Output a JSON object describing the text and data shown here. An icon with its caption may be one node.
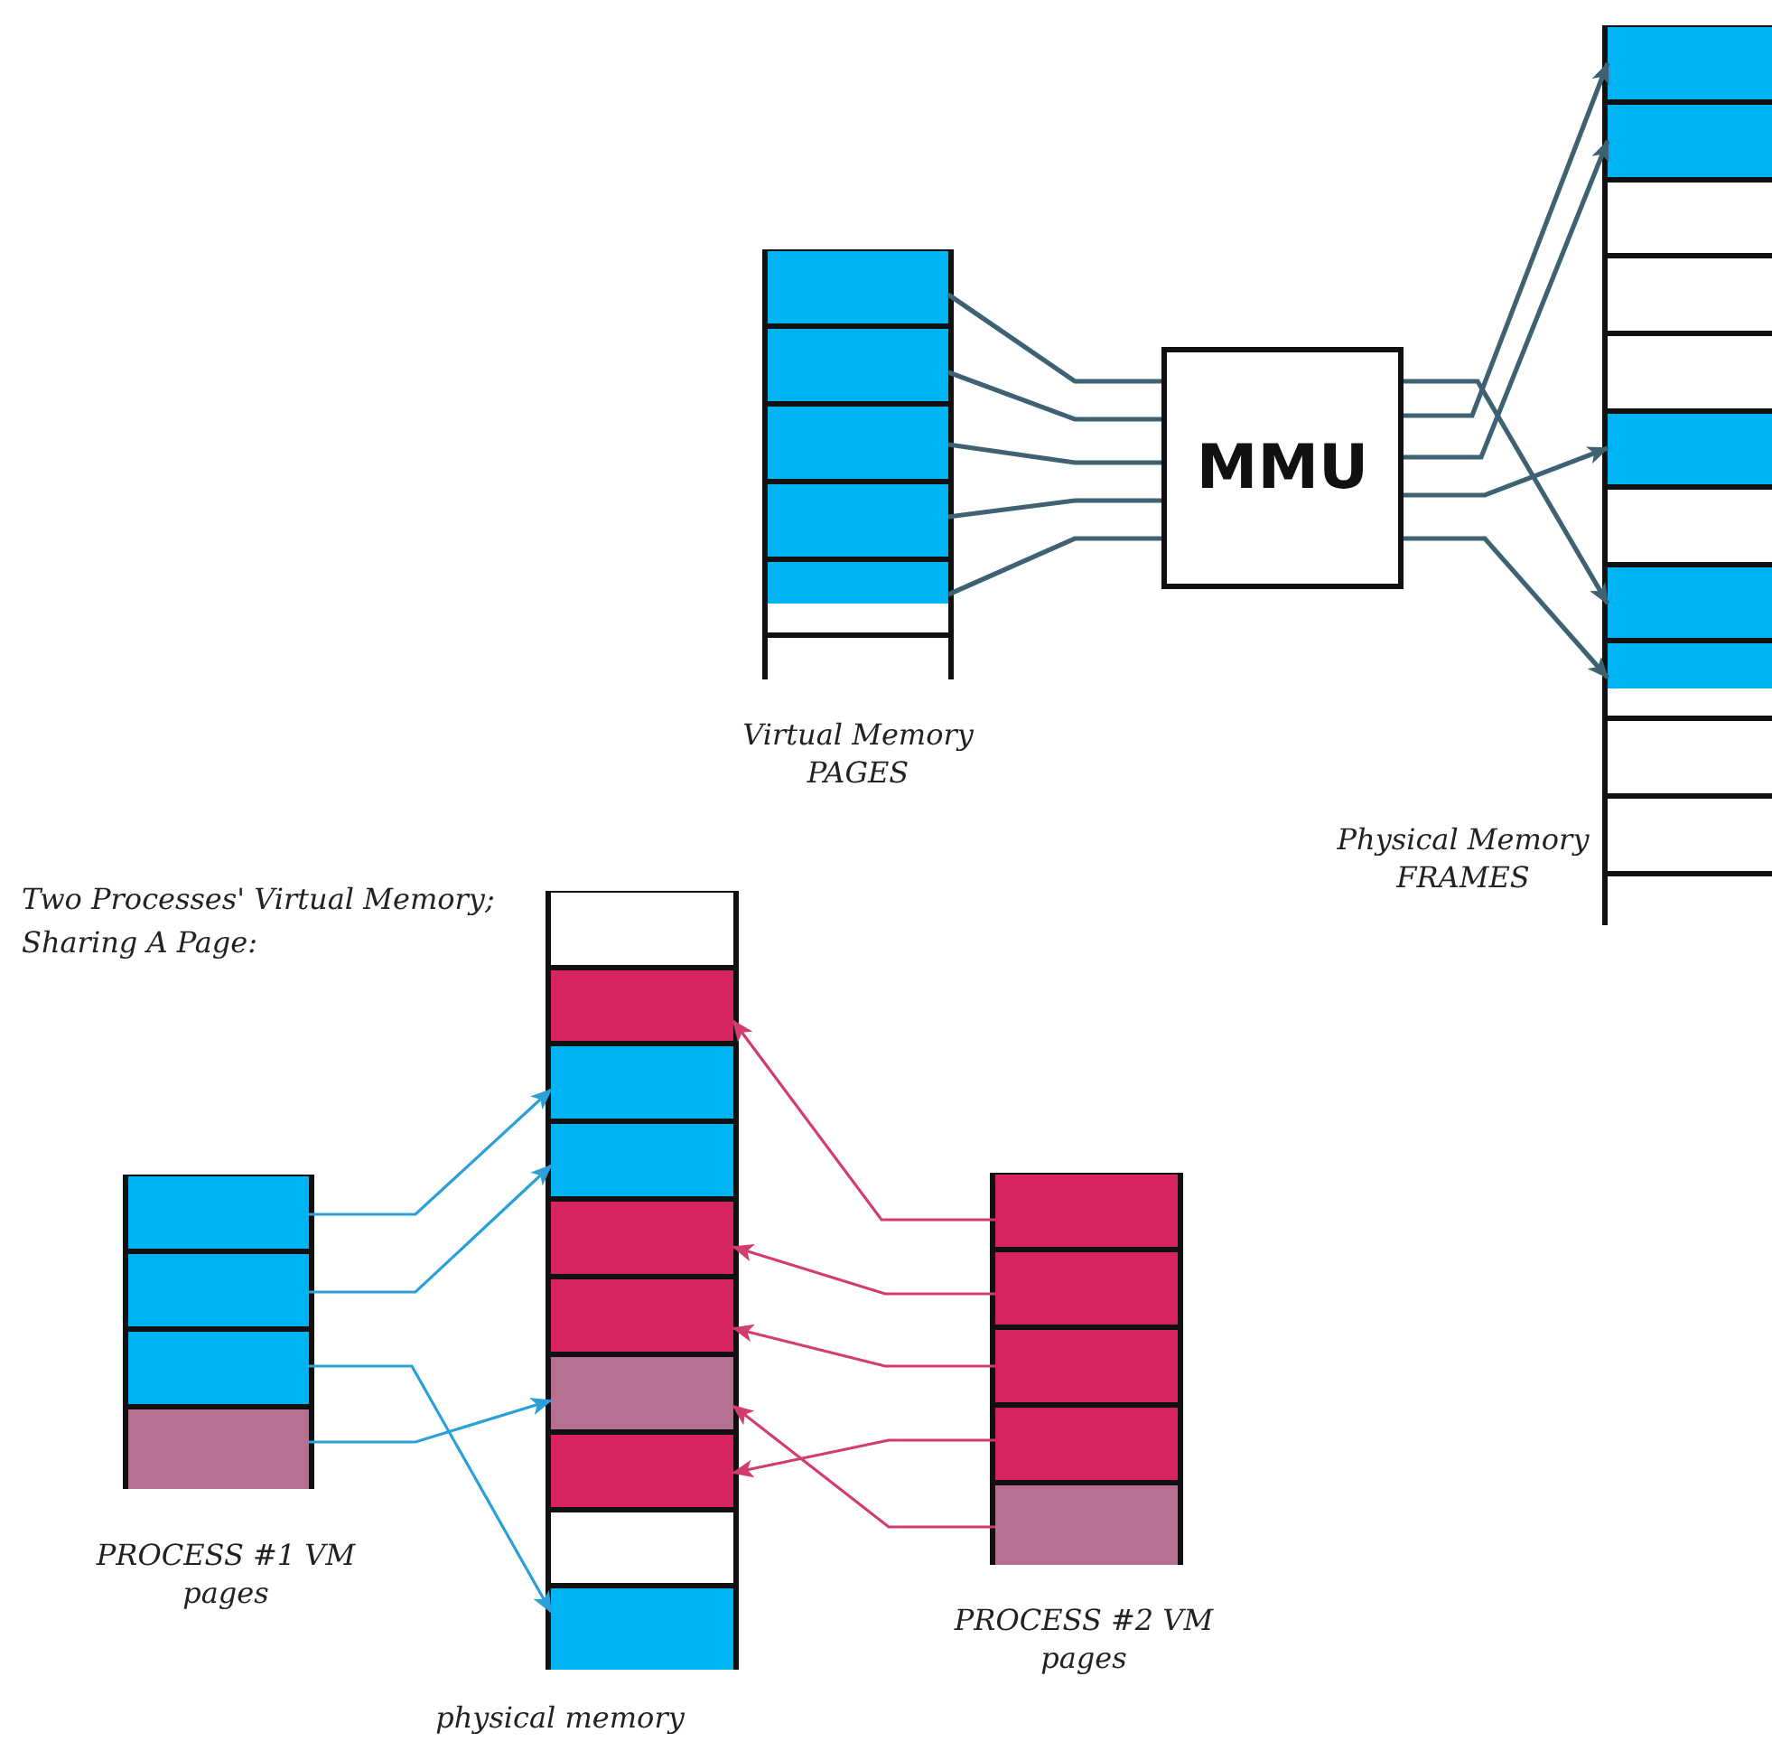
{
  "diagram": {
    "title": "Two Processes' Virtual Memory; Sharing A Page:",
    "nodes": [
      {
        "text": [
          "Virtual Memory PAGES"
        ]
      },
      {
        "text": [],
        "shape": "box",
        "in": 0
      },
      {
        "text": [],
        "shape": "box",
        "in": 0
      },
      {
        "text": [],
        "shape": "box",
        "in": 0
      },
      {
        "text": [],
        "shape": "box",
        "in": 0
      },
      {
        "text": [],
        "shape": "box",
        "in": 0
      },
      {
        "text": [],
        "shape": "box",
        "in": 0
      },
      {
        "text": [
          "MMU"
        ]
      },
      {
        "text": [
          "Physical Memory FRAMES"
        ]
      },
      {
        "text": [],
        "shape": "box",
        "in": 8
      },
      {
        "text": [],
        "shape": "box",
        "in": 8
      },
      {
        "text": [],
        "shape": "box",
        "in": 8
      },
      {
        "text": [],
        "shape": "box",
        "in": 8
      },
      {
        "text": [],
        "shape": "box",
        "in": 8
      },
      {
        "text": [],
        "shape": "box",
        "in": 8
      },
      {
        "text": [],
        "shape": "box",
        "in": 8
      },
      {
        "text": [],
        "shape": "box",
        "in": 8
      },
      {
        "text": [],
        "shape": "box",
        "in": 8
      },
      {
        "text": [],
        "shape": "box",
        "in": 8
      },
      {
        "text": [],
        "shape": "box",
        "in": 8
      },
      {
        "text": [],
        "shape": "box",
        "in": 8
      },
      {
        "text": [
          "physical memory"
        ]
      },
      {
        "text": [],
        "shape": "box",
        "in": 21
      },
      {
        "text": [],
        "shape": "box",
        "in": 21
      },
      {
        "text": [],
        "shape": "box",
        "in": 21
      },
      {
        "text": [],
        "shape": "box",
        "in": 21
      },
      {
        "text": [],
        "shape": "box",
        "in": 21
      },
      {
        "text": [],
        "shape": "box",
        "in": 21
      },
      {
        "text": [],
        "shape": "box",
        "in": 21
      },
      {
        "text": [],
        "shape": "box",
        "in": 21
      },
      {
        "text": [],
        "shape": "box",
        "in": 21
      },
      {
        "text": [],
        "shape": "box",
        "in": 21
      },
      {
        "text": [
          "PROCESS #1 VM pages"
        ]
      },
      {
        "text": [],
        "shape": "box",
        "in": 32
      },
      {
        "text": [],
        "shape": "box",
        "in": 32
      },
      {
        "text": [],
        "shape": "box",
        "in": 32
      },
      {
        "text": [],
        "shape": "box",
        "in": 32
      },
      {
        "text": [
          "PROCESS #2 VM pages"
        ]
      },
      {
        "text": [],
        "shape": "box",
        "in": 37
      },
      {
        "text": [],
        "shape": "box",
        "in": 37
      },
      {
        "text": [],
        "shape": "box",
        "in": 37
      },
      {
        "text": [],
        "shape": "box",
        "in": 37
      },
      {
        "text": [],
        "shape": "box",
        "in": 37
      }
    ],
    "edges": [
      {
        "from": 1,
        "to": 7,
        "arrow": "none"
      },
      {
        "from": 2,
        "to": 7,
        "arrow": "none"
      },
      {
        "from": 3,
        "to": 7,
        "arrow": "none"
      },
      {
        "from": 4,
        "to": 7,
        "arrow": "none"
      },
      {
        "from": 5,
        "to": 7,
        "arrow": "none"
      },
      {
        "from": 7,
        "to": 16,
        "arrow": "to"
      },
      {
        "from": 7,
        "to": 9,
        "arrow": "to"
      },
      {
        "from": 7,
        "to": 10,
        "arrow": "to"
      },
      {
        "from": 7,
        "to": 14,
        "arrow": "to"
      },
      {
        "from": 7,
        "to": 17,
        "arrow": "to"
      },
      {
        "from": 33,
        "to": 24,
        "arrow": "to",
        "color": "#2a9fd8"
      },
      {
        "from": 34,
        "to": 25,
        "arrow": "to",
        "color": "#2a9fd8"
      },
      {
        "from": 35,
        "to": 31,
        "arrow": "to",
        "color": "#2a9fd8"
      },
      {
        "from": 36,
        "to": 28,
        "arrow": "to",
        "color": "#2a9fd8"
      },
      {
        "from": 38,
        "to": 23,
        "arrow": "to",
        "color": "#d23c6e"
      },
      {
        "from": 39,
        "to": 26,
        "arrow": "to",
        "color": "#d23c6e"
      },
      {
        "from": 40,
        "to": 27,
        "arrow": "to",
        "color": "#d23c6e"
      },
      {
        "from": 41,
        "to": 29,
        "arrow": "to",
        "color": "#d23c6e"
      },
      {
        "from": 42,
        "to": 28,
        "arrow": "to",
        "color": "#d23c6e"
      }
    ]
  }
}
